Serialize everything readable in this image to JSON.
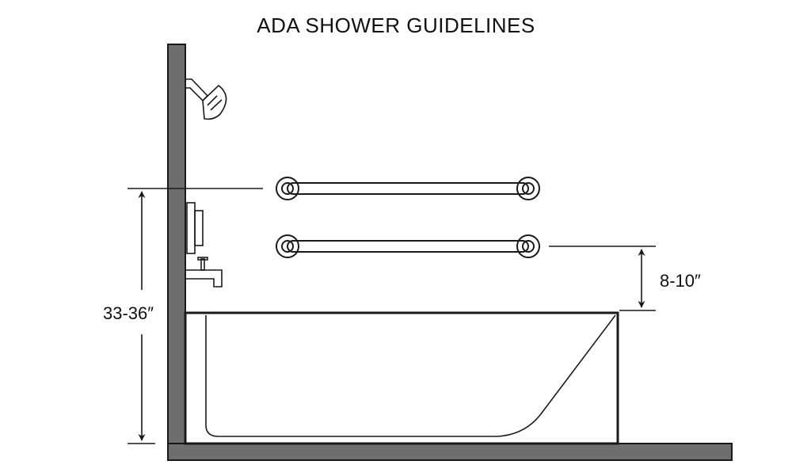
{
  "title": "ADA SHOWER GUIDELINES",
  "dimensions": {
    "grab_bar_height": "33-36″",
    "bar_above_tub_rim": "8-10″"
  },
  "colors": {
    "wall_fill": "#6e6e6e",
    "line": "#1a1a1a",
    "background": "#ffffff"
  },
  "icons": [
    "shower-head-icon",
    "shower-valve-icon",
    "tub-spout-icon",
    "grab-bar-icon"
  ]
}
